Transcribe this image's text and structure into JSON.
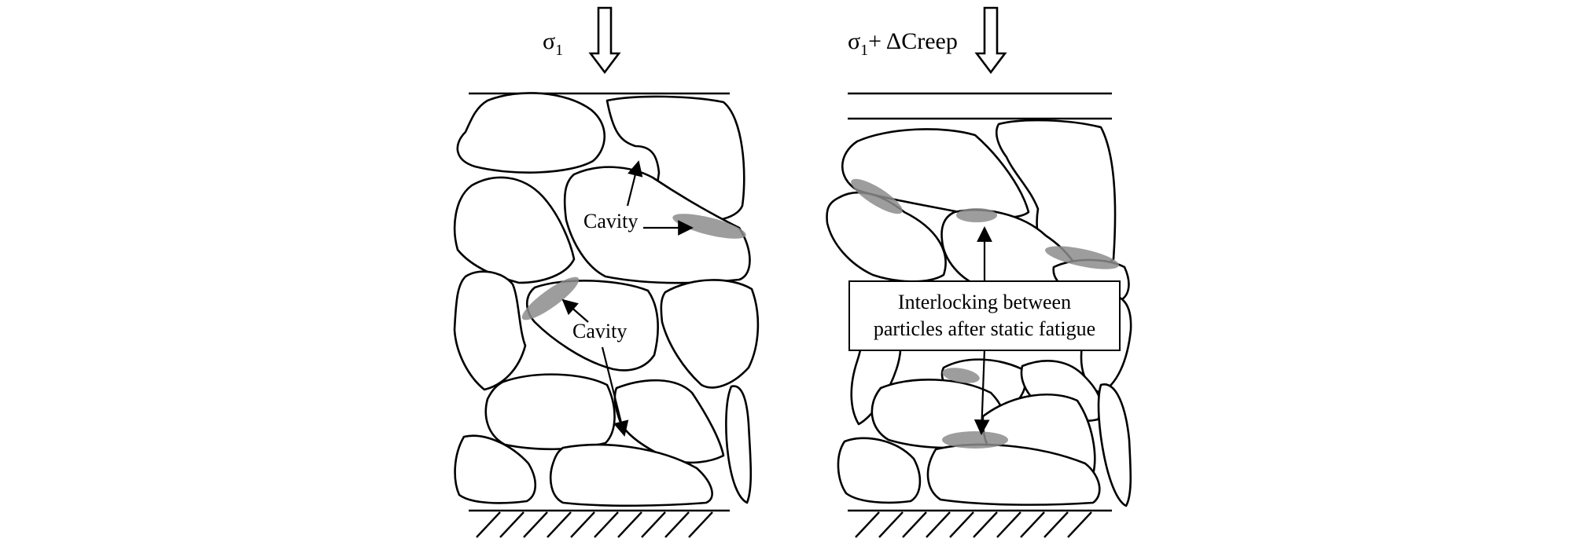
{
  "left_panel": {
    "load_symbol": "σ",
    "load_subscript": "1",
    "cavity_label_upper": "Cavity",
    "cavity_label_lower": "Cavity"
  },
  "right_panel": {
    "load_symbol": "σ",
    "load_subscript": "1",
    "load_suffix": "+ ΔCreep",
    "callout_line1": "Interlocking between",
    "callout_line2": "particles after static fatigue"
  },
  "colors": {
    "contact_zone": "#8c8c8c",
    "stroke": "#000000"
  }
}
